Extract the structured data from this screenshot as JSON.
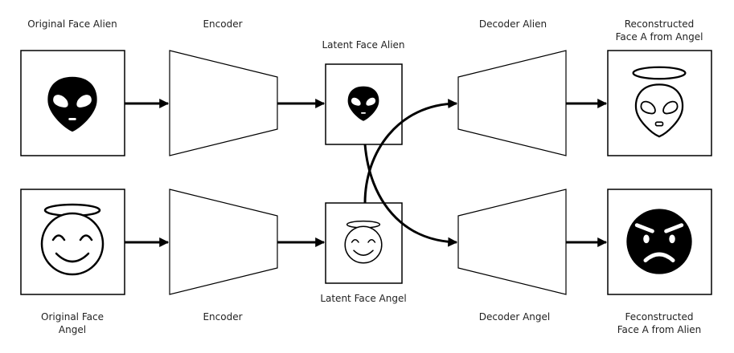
{
  "labels": {
    "original_face_alien": "Original Face Alien",
    "encoder_top": "Encoder",
    "latent_face_alien": "Latent Face Alien",
    "decoder_alien": "Decoder Alien",
    "reconstructed_top_line1": "Reconstructed",
    "reconstructed_top_line2": "Face A from Angel",
    "original_face_angel_line1": "Original Face",
    "original_face_angel_line2": "Angel",
    "encoder_bottom": "Encoder",
    "latent_face_angel": "Latent Face Angel",
    "decoder_angel": "Decoder Angel",
    "reconstructed_bottom_line1": "Feconstructed",
    "reconstructed_bottom_line2": "Face A from Alien"
  },
  "icons": {
    "top_input": "alien-face-icon",
    "top_latent": "alien-face-icon",
    "top_output": "alien-outline-with-halo-icon",
    "bottom_input": "smiling-face-with-halo-icon",
    "bottom_latent": "smiling-face-with-halo-icon",
    "bottom_output": "angry-face-icon"
  },
  "colors": {
    "stroke": "#000000",
    "fill": "#ffffff",
    "text": "#222222"
  }
}
